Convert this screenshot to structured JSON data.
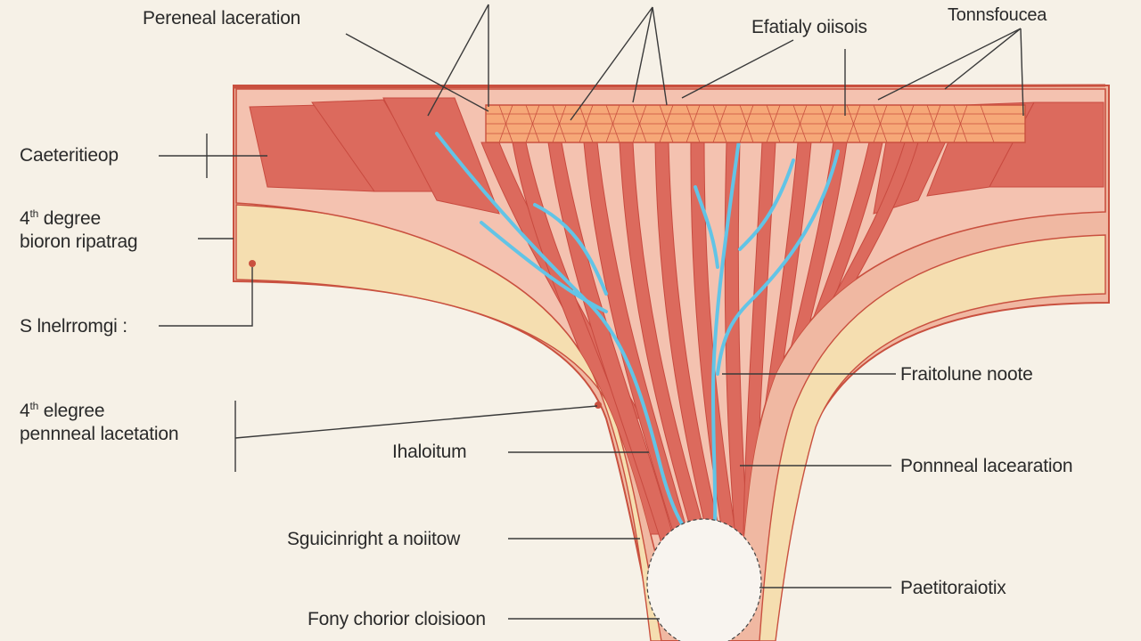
{
  "labels": {
    "top_left": "Pereneal laceration",
    "top_center": "Efatialy oiisois",
    "top_right": "Tonnsfoucea",
    "left_1": "Caeteritieop",
    "left_2_line1_num": "4",
    "left_2_line1_sup": "th",
    "left_2_line1_rest": " degree",
    "left_2_line2": "bioron ripatrag",
    "left_3": "S lnelrromgi :",
    "left_4_line1_num": "4",
    "left_4_line1_sup": "th",
    "left_4_line1_rest": " elegree",
    "left_4_line2": "pennneal lacetation",
    "center_1": "Ihaloitum",
    "center_2": "Sguicinright a noiitow",
    "center_3": "Fony chorior cloisioon",
    "right_1": "Fraitolune noote",
    "right_2": "Ponnneal lacearation",
    "right_3": "Paetitoraiotix"
  },
  "colors": {
    "background": "#f6f1e7",
    "muscle": "#d9615a",
    "muscle_light": "#f2b5a6",
    "fat_layer": "#f4dfb4",
    "vessel": "#62c4e6",
    "fascia": "#c9503f"
  }
}
